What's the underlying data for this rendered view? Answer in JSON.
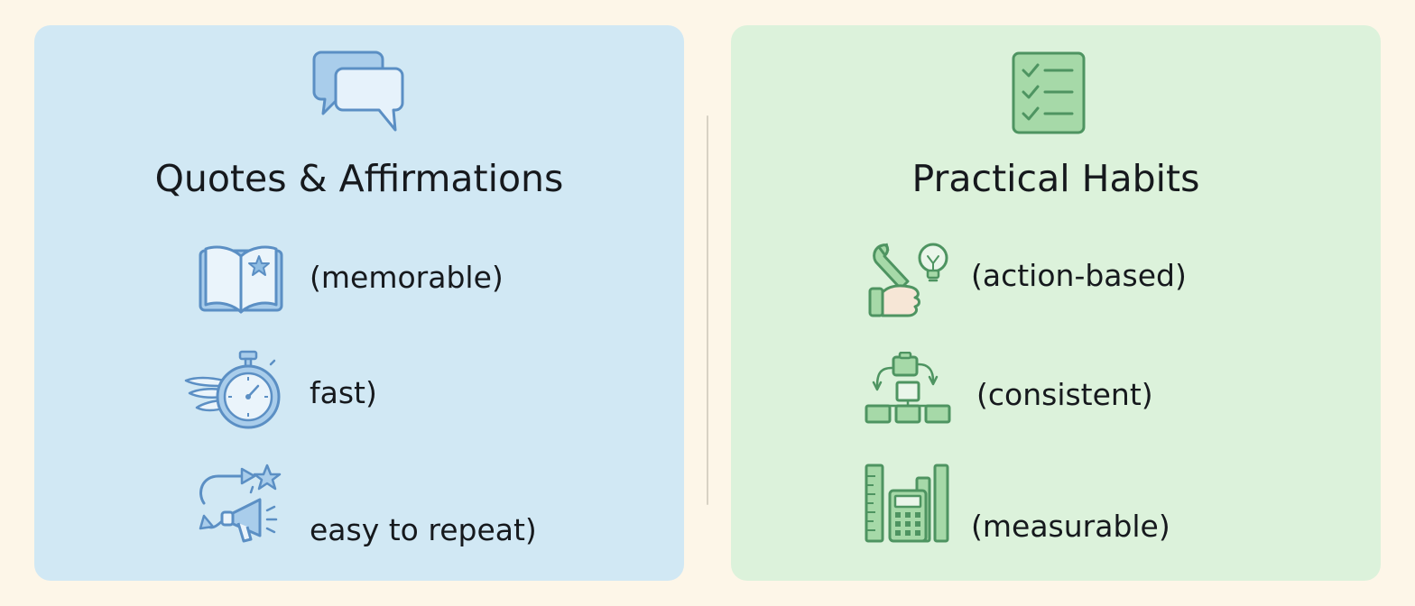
{
  "colors": {
    "page_background": "#fdf6e8",
    "left_panel": "#d1e8f4",
    "right_panel": "#dcf2db",
    "blue_stroke": "#5b8fc4",
    "blue_fill": "#a9cdeb",
    "green_stroke": "#4e9461",
    "green_fill": "#a6d9a8"
  },
  "left": {
    "header_icon": "speech-bubbles-icon",
    "title": "Quotes & Affirmations",
    "items": [
      {
        "icon": "open-book-star-icon",
        "label": "(memorable)"
      },
      {
        "icon": "winged-stopwatch-icon",
        "label": "fast)"
      },
      {
        "icon": "repeat-megaphone-star-icon",
        "label": "easy to repeat)"
      }
    ]
  },
  "right": {
    "header_icon": "checklist-icon",
    "title": "Practical Habits",
    "items": [
      {
        "icon": "wrench-hand-lightbulb-icon",
        "label": "(action-based)"
      },
      {
        "icon": "flow-routine-icon",
        "label": "(consistent)"
      },
      {
        "icon": "ruler-calculator-chart-icon",
        "label": "(measurable)"
      }
    ]
  }
}
